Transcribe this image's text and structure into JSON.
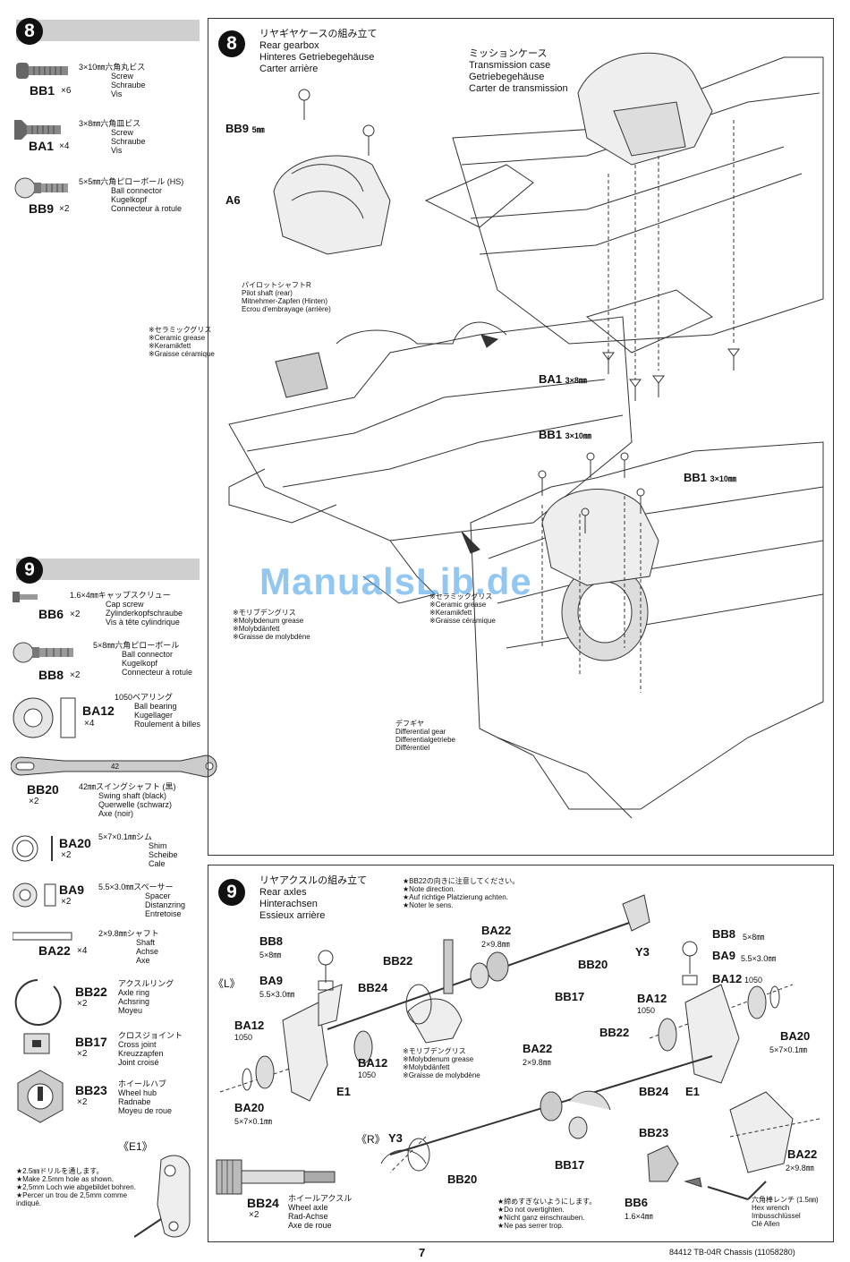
{
  "page": {
    "number": "7",
    "footer": "84412 TB-04R Chassis (11058280)",
    "watermark": "ManualsLib.de"
  },
  "left8": {
    "badge": "8",
    "parts": [
      {
        "code": "BB1",
        "qty": "×6",
        "desc": [
          "3×10㎜六角丸ビス",
          "Screw",
          "Schraube",
          "Vis"
        ]
      },
      {
        "code": "BA1",
        "qty": "×4",
        "desc": [
          "3×8㎜六角皿ビス",
          "Screw",
          "Schraube",
          "Vis"
        ]
      },
      {
        "code": "BB9",
        "qty": "×2",
        "desc": [
          "5×5㎜六角ピローボール (HS)",
          "Ball connector",
          "Kugelkopf",
          "Connecteur à rotule"
        ]
      }
    ]
  },
  "left9": {
    "badge": "9",
    "parts": [
      {
        "code": "BB6",
        "qty": "×2",
        "desc": [
          "1.6×4㎜キャップスクリュー",
          "Cap screw",
          "Zylinderkopfschraube",
          "Vis à tête cylindrique"
        ]
      },
      {
        "code": "BB8",
        "qty": "×2",
        "desc": [
          "5×8㎜六角ピローボール",
          "Ball connector",
          "Kugelkopf",
          "Connecteur à rotule"
        ]
      },
      {
        "code": "BA12",
        "qty": "×4",
        "desc": [
          "1050ベアリング",
          "Ball bearing",
          "Kugellager",
          "Roulement à billes"
        ]
      },
      {
        "code": "BB20",
        "qty": "×2",
        "desc": [
          "42㎜スイングシャフト (黒)",
          "Swing shaft (black)",
          "Querwelle (schwarz)",
          "Axe (noir)"
        ],
        "len": "42"
      },
      {
        "code": "BA20",
        "qty": "×2",
        "desc": [
          "5×7×0.1㎜シム",
          "Shim",
          "Scheibe",
          "Cale"
        ]
      },
      {
        "code": "BA9",
        "qty": "×2",
        "desc": [
          "5.5×3.0㎜スペーサー",
          "Spacer",
          "Distanzring",
          "Entretoise"
        ]
      },
      {
        "code": "BA22",
        "qty": "×4",
        "desc": [
          "2×9.8㎜シャフト",
          "Shaft",
          "Achse",
          "Axe"
        ]
      },
      {
        "code": "BB22",
        "qty": "×2",
        "desc": [
          "アクスルリング",
          "Axle ring",
          "Achsring",
          "Moyeu"
        ]
      },
      {
        "code": "BB17",
        "qty": "×2",
        "desc": [
          "クロスジョイント",
          "Cross joint",
          "Kreuzzapfen",
          "Joint croisé"
        ]
      },
      {
        "code": "BB23",
        "qty": "×2",
        "desc": [
          "ホイールハブ",
          "Wheel hub",
          "Radnabe",
          "Moyeu de roue"
        ]
      },
      {
        "code": "BB24",
        "qty": "×2",
        "desc": [
          "ホイールアクスル",
          "Wheel axle",
          "Rad-Achse",
          "Axe de roue"
        ]
      }
    ],
    "e1_label": "《E1》",
    "drill_note": [
      "★2.5㎜ドリルを通します。",
      "★Make 2.5mm hole as shown.",
      "★2,5mm Loch wie abgebildet bohren.",
      "★Percer un trou de 2,5mm comme indiqué."
    ]
  },
  "step8": {
    "badge": "8",
    "title": [
      "リヤギヤケースの組み立て",
      "Rear gearbox",
      "Hinteres Getriebegehäuse",
      "Carter arrière"
    ],
    "transmission": [
      "ミッションケース",
      "Transmission case",
      "Getriebegehäuse",
      "Carter de transmission"
    ],
    "pilot": [
      "パイロットシャフトR",
      "Pilot shaft (rear)",
      "Mitnehmer-Zapfen (Hinten)",
      "Ecrou d'embrayage (arrière)"
    ],
    "ceramic": [
      "※セラミックグリス",
      "※Ceramic grease",
      "※Keramikfett",
      "※Graisse céramique"
    ],
    "ceramic2": [
      "※セラミックグリス",
      "※Ceramic grease",
      "※Keramikfett",
      "※Graisse céramique"
    ],
    "moly": [
      "※モリブデングリス",
      "※Molybdenum grease",
      "※Molybdänfett",
      "※Graisse de molybdène"
    ],
    "diff": [
      "デフギヤ",
      "Differential gear",
      "Differentialgetriebe",
      "Différentiel"
    ],
    "bb9": "BB9",
    "bb9_size": "5㎜",
    "a6": "A6",
    "ba1": "BA1",
    "ba1_size": "3×8㎜",
    "bb1a": "BB1",
    "bb1a_size": "3×10㎜",
    "bb1b": "BB1",
    "bb1b_size": "3×10㎜"
  },
  "step9": {
    "badge": "9",
    "title": [
      "リヤアクスルの組み立て",
      "Rear axles",
      "Hinterachsen",
      "Essieux arrière"
    ],
    "note": [
      "★BB22の向きに注意してください。",
      "★Note direction.",
      "★Auf richtige Platzierung achten.",
      "★Noter le sens."
    ],
    "labels": {
      "L": "《L》",
      "R": "《R》",
      "bb8_l": "BB8",
      "bb8_l_size": "5×8㎜",
      "ba9_l": "BA9",
      "ba9_l_size": "5.5×3.0㎜",
      "ba12_l": "BA12",
      "ba12_l_size": "1050",
      "ba20_l": "BA20",
      "ba20_l_size": "5×7×0.1㎜",
      "bb22_l": "BB22",
      "bb24_l": "BB24",
      "ba12_m": "BA12",
      "ba12_m_size": "1050",
      "e1_l": "E1",
      "ba22_t": "BA22",
      "ba22_t_size": "2×9.8㎜",
      "bb17_t": "BB17",
      "bb20_t": "BB20",
      "y3_t": "Y3",
      "bb8_r": "BB8",
      "bb8_r_size": "5×8㎜",
      "ba9_r": "BA9",
      "ba9_r_size": "5.5×3.0㎜",
      "ba12_r": "BA12",
      "ba12_r_size": "1050",
      "ba12_r2": "BA12",
      "ba12_r2_size": "1050",
      "ba20_r": "BA20",
      "ba20_r_size": "5×7×0.1㎜",
      "ba22_m": "BA22",
      "ba22_m_size": "2×9.8㎜",
      "bb22_r": "BB22",
      "bb24_r": "BB24",
      "e1_r": "E1",
      "y3_b": "Y3",
      "bb20_b": "BB20",
      "bb17_b": "BB17",
      "bb23": "BB23",
      "ba22_b": "BA22",
      "ba22_b_size": "2×9.8㎜",
      "bb6": "BB6",
      "bb6_size": "1.6×4㎜"
    },
    "moly": [
      "※モリブデングリス",
      "※Molybdenum grease",
      "※Molybdänfett",
      "※Graisse de molybdène"
    ],
    "tighten": [
      "★締めすぎないようにします。",
      "★Do not overtighten.",
      "★Nicht ganz einschrauben.",
      "★Ne pas serrer trop."
    ],
    "hex": [
      "六角棒レンチ (1.5㎜)",
      "Hex wrench",
      "Imbusschlüssel",
      "Clé Allen"
    ]
  }
}
